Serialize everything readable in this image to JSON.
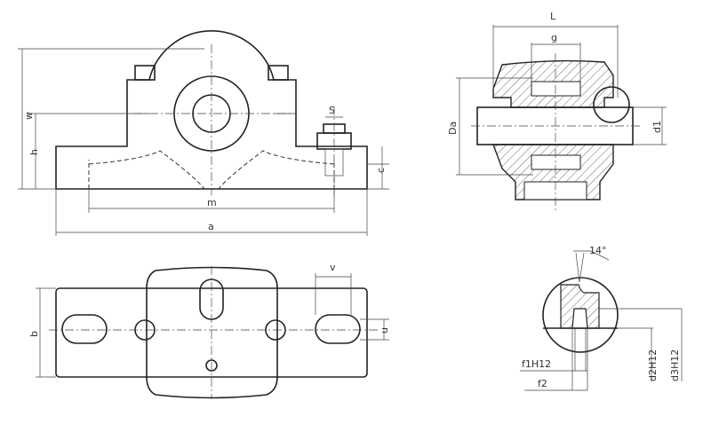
{
  "front_view": {
    "w": "w",
    "h": "h",
    "s": "S",
    "c": "c",
    "m": "m",
    "a": "a"
  },
  "section_view": {
    "L": "L",
    "g": "g",
    "Da": "Da",
    "d1": "d1"
  },
  "top_view": {
    "b": "b",
    "v": "v",
    "u": "u"
  },
  "detail_view": {
    "angle": "14°",
    "f1": "f1H12",
    "f2": "f2",
    "d2": "d2H12",
    "d3": "d3H12"
  },
  "colors": {
    "line": "#222222",
    "background": "#ffffff"
  }
}
